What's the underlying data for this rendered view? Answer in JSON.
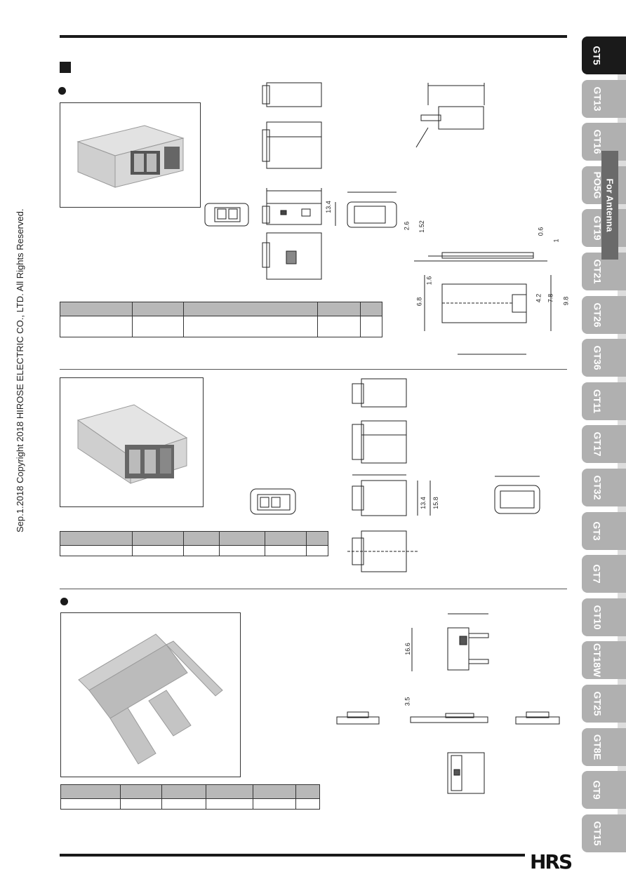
{
  "copyright": "Sep.1.2018  Copyright 2018 HIROSE ELECTRIC CO., LTD. All Rights Reserved.",
  "logo": "HRS",
  "side_tabs": [
    {
      "label": "GT5",
      "active": true
    },
    {
      "label": "GT13"
    },
    {
      "label": "GT16"
    },
    {
      "label": "PO5G"
    },
    {
      "label": "GT19"
    },
    {
      "label": "GT21"
    },
    {
      "label": "GT26"
    },
    {
      "label": "GT36"
    },
    {
      "label": "GT11"
    },
    {
      "label": "GT17"
    },
    {
      "label": "GT32"
    },
    {
      "label": "GT3"
    },
    {
      "label": "GT7"
    },
    {
      "label": "GT10"
    },
    {
      "label": "GT18W"
    },
    {
      "label": "GT25"
    },
    {
      "label": "GT8E"
    },
    {
      "label": "GT9"
    },
    {
      "label": "GT15"
    }
  ],
  "side_category": "For Antenna",
  "section1": {
    "dims": {
      "d1": "13.4",
      "d2": "2.6",
      "d3": "1.52",
      "d4": "0.6",
      "d5": "1",
      "d6": "1.6",
      "d7": "6.8",
      "d8": "4.2",
      "d9": "7.8",
      "d10": "9.8"
    }
  },
  "section2": {
    "dims": {
      "d1": "13.4",
      "d2": "15.8"
    }
  },
  "section3": {
    "dims": {
      "d1": "16.6",
      "d2": "3.5"
    }
  },
  "colors": {
    "tab_active": "#1a1a1a",
    "tab_inactive": "#b0b0b0",
    "table_head": "#b8b8b8"
  }
}
